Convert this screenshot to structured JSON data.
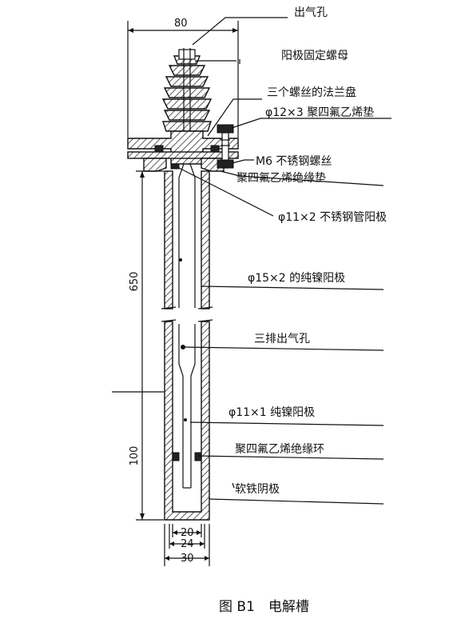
{
  "labels": {
    "vent_hole": "出气孔",
    "anode_nut": "阳极固定螺母",
    "flange": "三个螺丝的法兰盘",
    "pvc_gasket": "φ12×3 聚四氟乙烯垫",
    "m6_screw": "M6 不锈钢螺丝",
    "ptfe_gasket": "聚四氟乙烯绝缘垫",
    "ss_anode": "φ11×2 不锈钢管阳极",
    "ni_anode_15": "φ15×2 的纯镍阳极",
    "three_vents": "三排出气孔",
    "ni_anode_11": "φ11×1 纯镍阳极",
    "ptfe_ring": "聚四氟乙烯绝缘环",
    "iron_cathode": "软铁阴极"
  },
  "dimensions": {
    "top_width": "80",
    "length_upper": "650",
    "length_lower": "100",
    "d20": "20",
    "d24": "24",
    "d30": "30"
  },
  "caption": "图 B1　电解槽"
}
